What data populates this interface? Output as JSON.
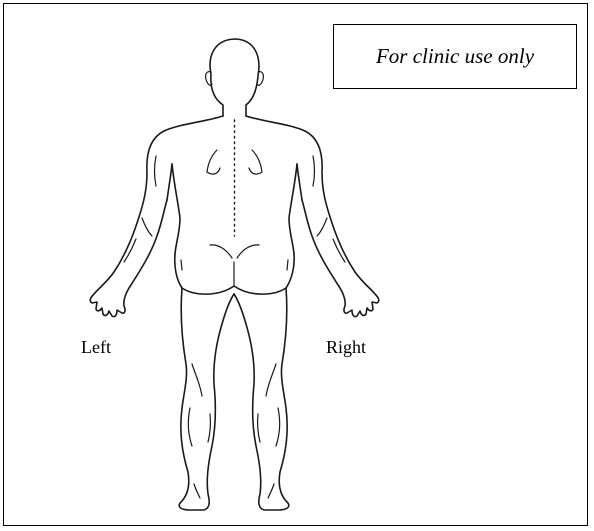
{
  "clinic_note": "For clinic use only",
  "labels": {
    "left": "Left",
    "right": "Right"
  },
  "figure": {
    "icon": "human-body-back-view-icon",
    "view": "posterior"
  }
}
